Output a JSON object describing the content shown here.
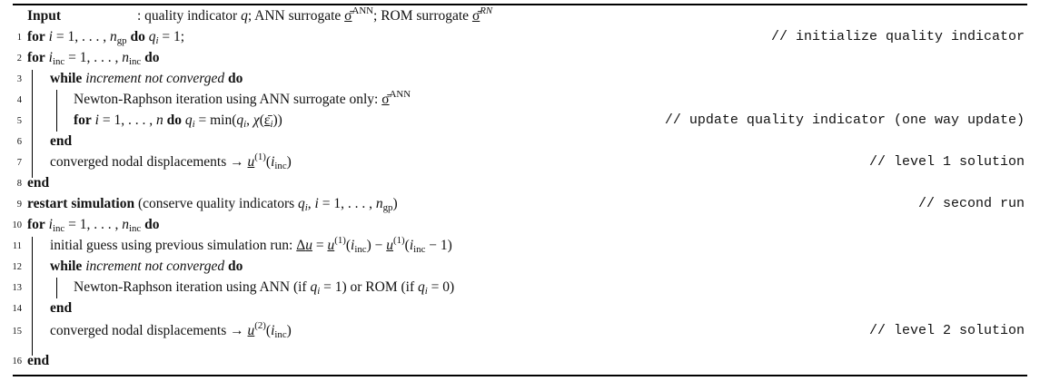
{
  "algorithm": {
    "input_label": "Input",
    "input_text": ": quality indicator q; ANN surrogate σ̲̄ANN; ROM surrogate σ̲̄RN",
    "lines": [
      {
        "num": "1",
        "text": "for i = 1, . . . , ngp do qi = 1;",
        "comment": "// initialize quality indicator"
      },
      {
        "num": "2",
        "text": "for iinc = 1, . . . , ninc do",
        "comment": ""
      },
      {
        "num": "3",
        "text": "while increment not converged do",
        "comment": ""
      },
      {
        "num": "4",
        "text": "Newton-Raphson iteration using ANN surrogate only: σ̲̄ANN",
        "comment": ""
      },
      {
        "num": "5",
        "text": "for i = 1, . . . , n do qi = min(qi, χ(ε̄i))",
        "comment": "// update quality indicator (one way update)"
      },
      {
        "num": "6",
        "text": "end",
        "comment": ""
      },
      {
        "num": "7",
        "text": "converged nodal displacements → u̲(1)(iinc)",
        "comment": "// level 1 solution"
      },
      {
        "num": "8",
        "text": "end",
        "comment": ""
      },
      {
        "num": "9",
        "text": "restart simulation (conserve quality indicators qi, i = 1, . . . , ngp)",
        "comment": "// second run"
      },
      {
        "num": "10",
        "text": "for iinc = 1, . . . , ninc do",
        "comment": ""
      },
      {
        "num": "11",
        "text": "initial guess using previous simulation run: Δu̲ = u̲(1)(iinc) − u̲(1)(iinc − 1)",
        "comment": ""
      },
      {
        "num": "12",
        "text": "while increment not converged do",
        "comment": ""
      },
      {
        "num": "13",
        "text": "Newton-Raphson iteration using ANN (if qi = 1) or ROM (if qi = 0)",
        "comment": ""
      },
      {
        "num": "14",
        "text": "end",
        "comment": ""
      },
      {
        "num": "15",
        "text": "converged nodal displacements → u̲(2)(iinc)",
        "comment": "// level 2 solution"
      },
      {
        "num": "16",
        "text": "end",
        "comment": ""
      }
    ]
  }
}
